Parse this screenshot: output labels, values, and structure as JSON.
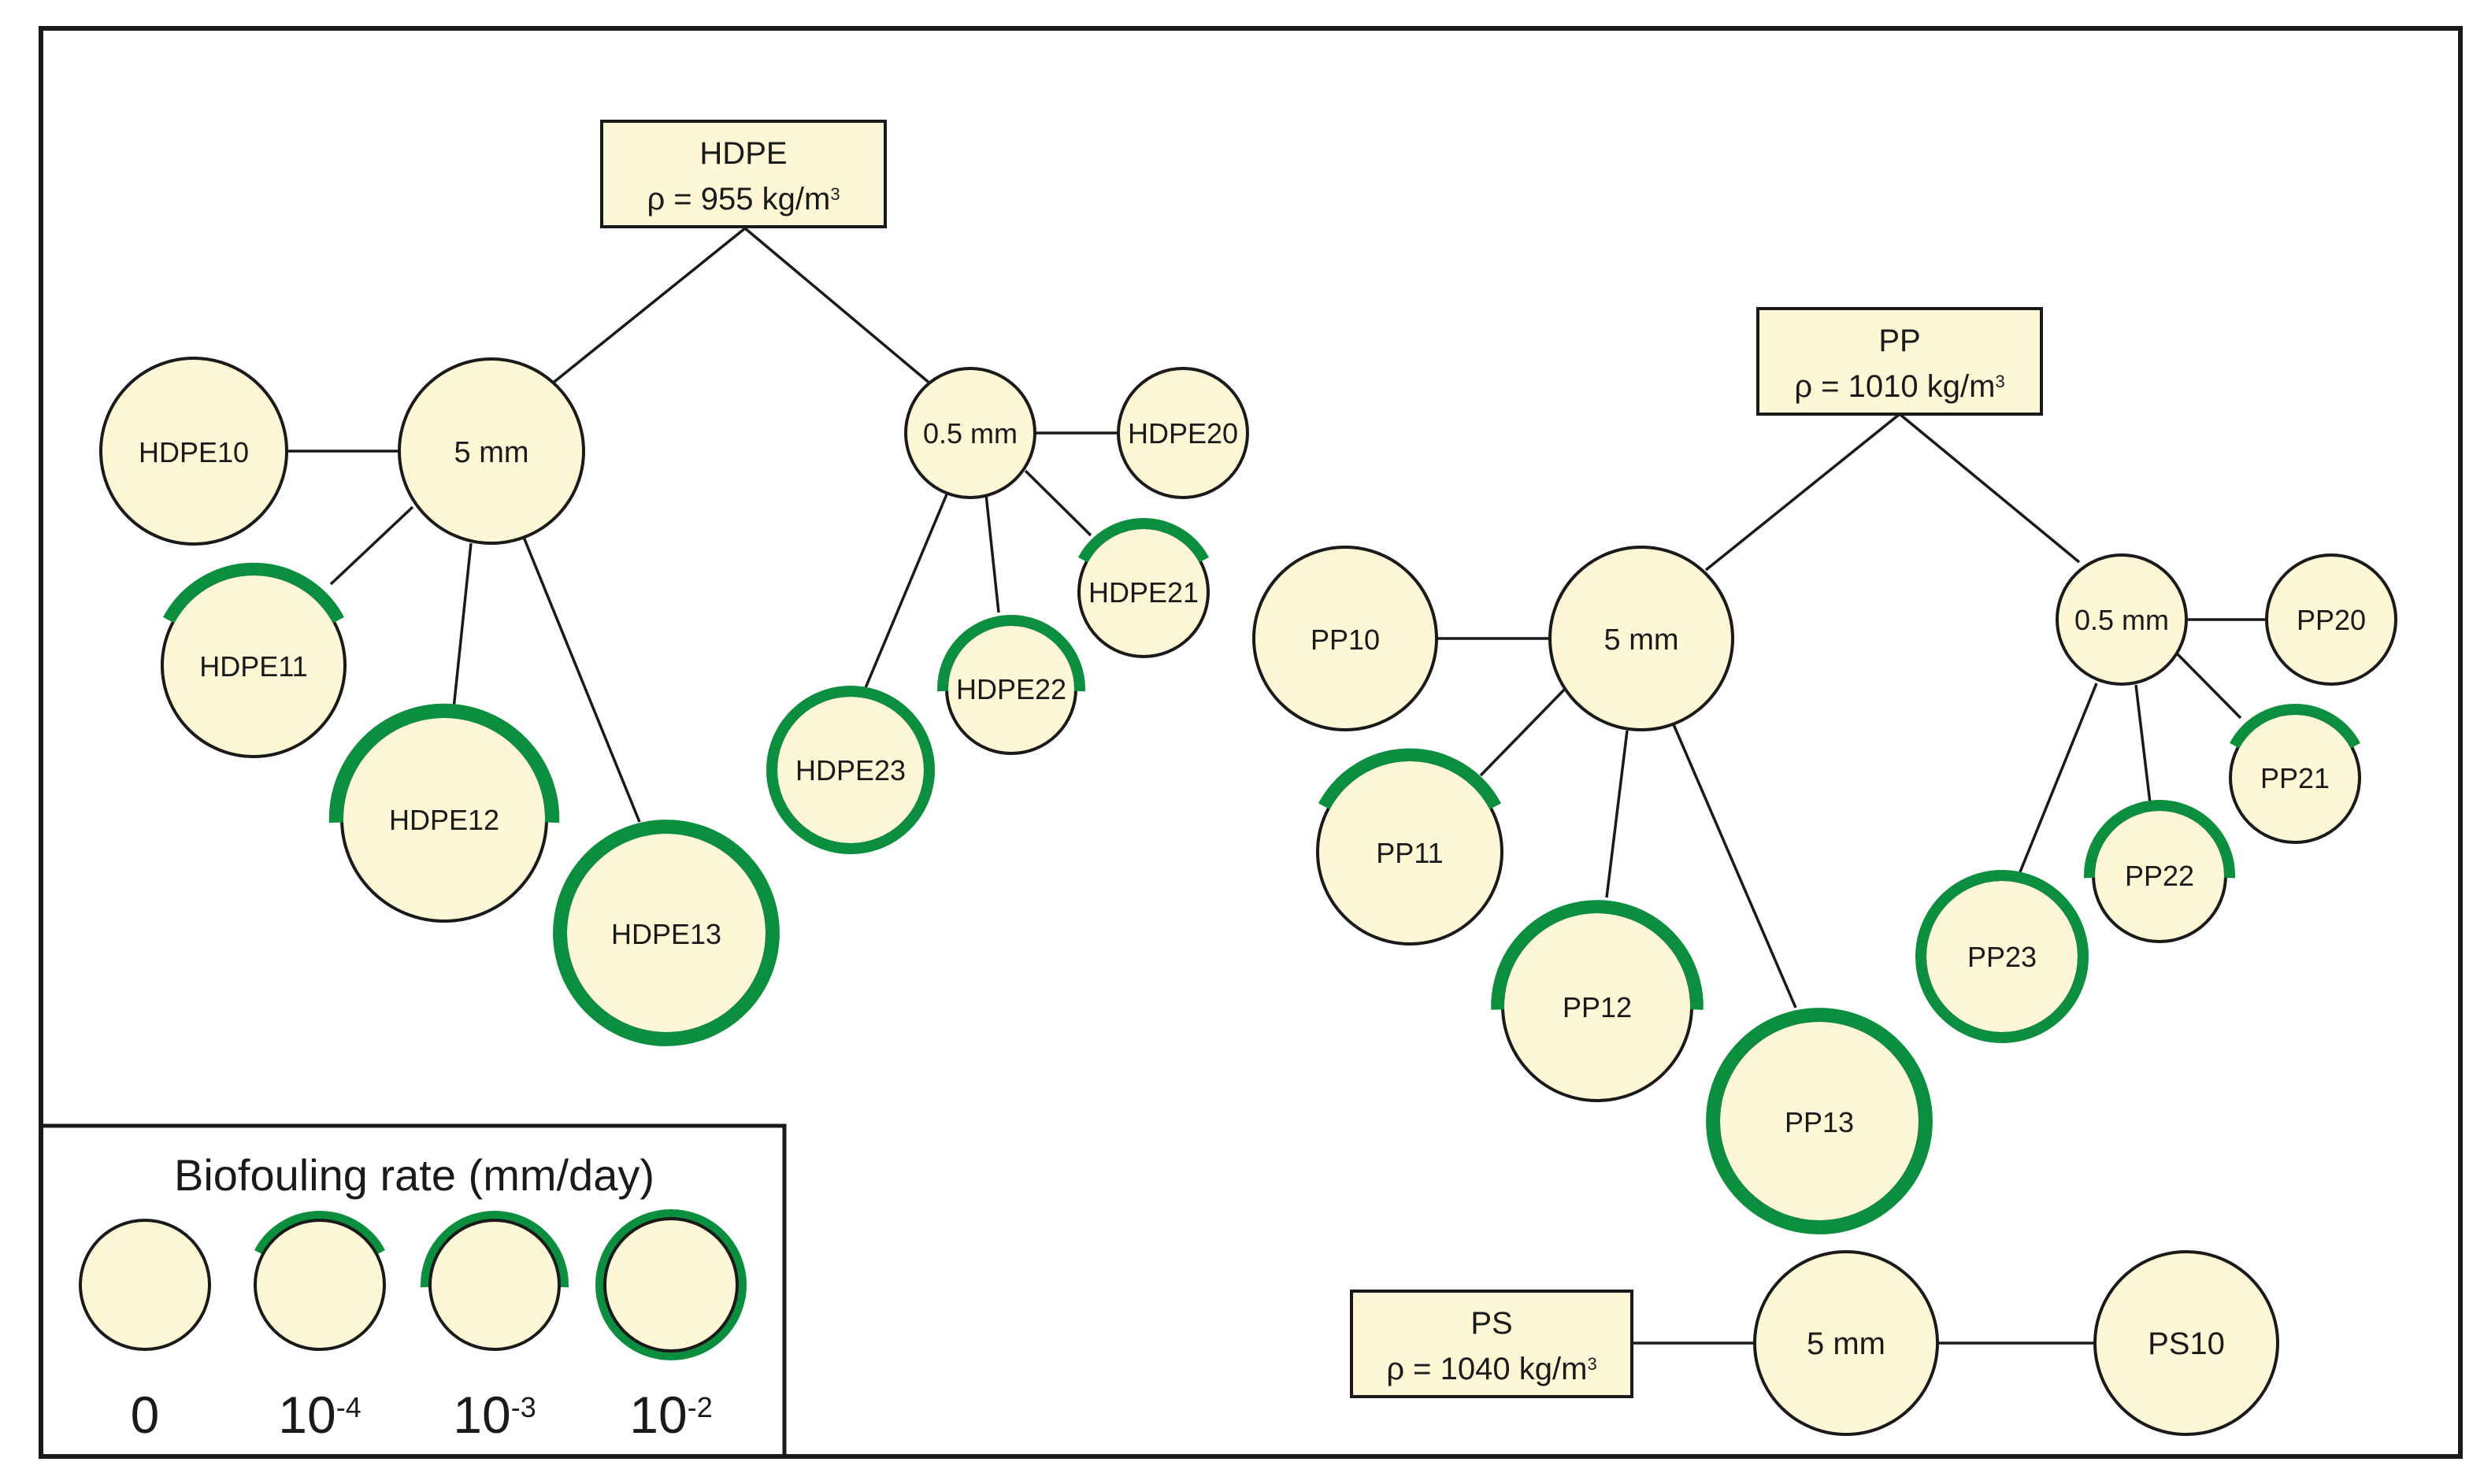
{
  "colors": {
    "node_fill": "#fdf7d6",
    "outline": "#1a1a1a",
    "biofouling": "#0b8f3f"
  },
  "materials": {
    "hdpe": {
      "name": "HDPE",
      "density_prefix": "ρ = 955 kg/m",
      "density_exp": "3"
    },
    "pp": {
      "name": "PP",
      "density_prefix": "ρ = 1010 kg/m",
      "density_exp": "3"
    },
    "ps": {
      "name": "PS",
      "density_prefix": "ρ = 1040 kg/m",
      "density_exp": "3"
    }
  },
  "nodes": {
    "hdpe_5mm": "5 mm",
    "hdpe_05mm": "0.5 mm",
    "hdpe10": "HDPE10",
    "hdpe11": "HDPE11",
    "hdpe12": "HDPE12",
    "hdpe13": "HDPE13",
    "hdpe20": "HDPE20",
    "hdpe21": "HDPE21",
    "hdpe22": "HDPE22",
    "hdpe23": "HDPE23",
    "pp_5mm": "5 mm",
    "pp_05mm": "0.5 mm",
    "pp10": "PP10",
    "pp11": "PP11",
    "pp12": "PP12",
    "pp13": "PP13",
    "pp20": "PP20",
    "pp21": "PP21",
    "pp22": "PP22",
    "pp23": "PP23",
    "ps_5mm": "5 mm",
    "ps10": "PS10"
  },
  "biofouling_level": {
    "hdpe10": 0,
    "hdpe11": 1,
    "hdpe12": 2,
    "hdpe13": 3,
    "hdpe20": 0,
    "hdpe21": 1,
    "hdpe22": 2,
    "hdpe23": 3,
    "pp10": 0,
    "pp11": 1,
    "pp12": 2,
    "pp13": 3,
    "pp20": 0,
    "pp21": 1,
    "pp22": 2,
    "pp23": 3,
    "ps10": 0
  },
  "legend": {
    "title": "Biofouling rate (mm/day)",
    "items": [
      {
        "base": "0",
        "exp": ""
      },
      {
        "base": "10",
        "exp": "-4"
      },
      {
        "base": "10",
        "exp": "-3"
      },
      {
        "base": "10",
        "exp": "-2"
      }
    ]
  }
}
